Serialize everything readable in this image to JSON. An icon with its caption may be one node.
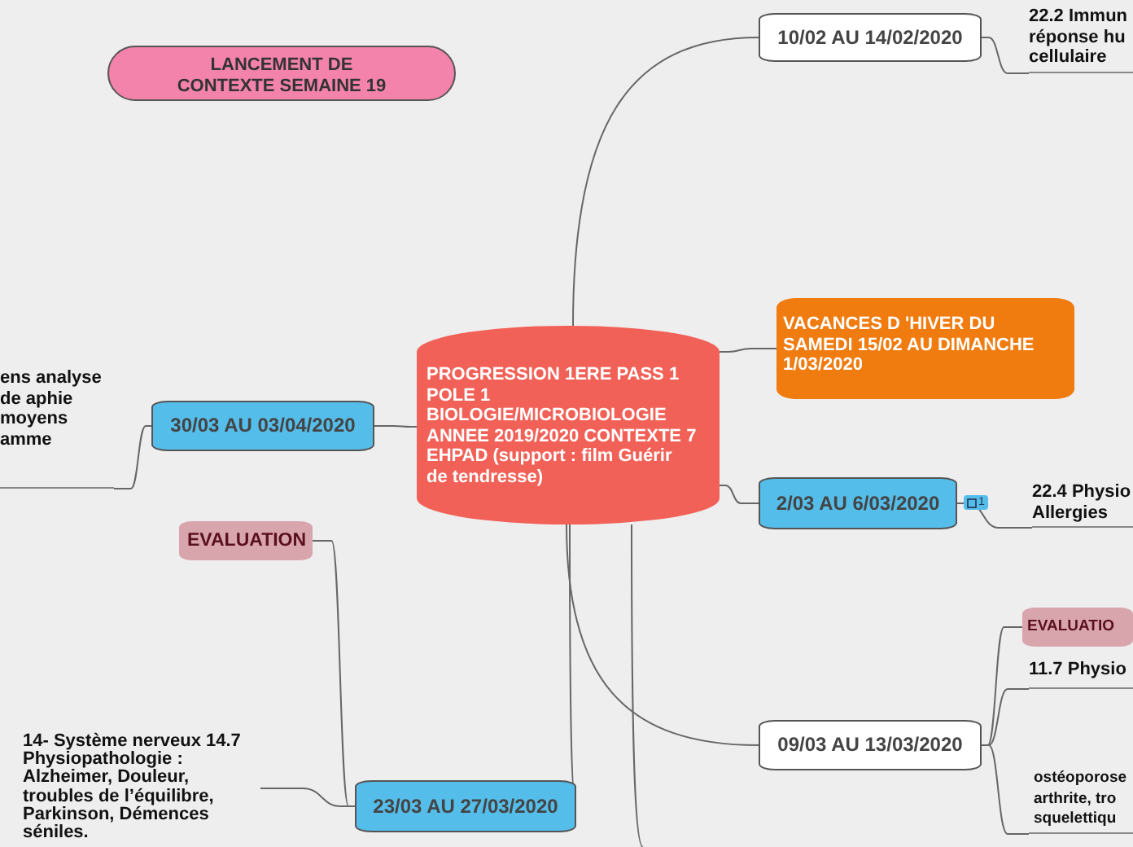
{
  "diagram": {
    "nodes": [
      {
        "text": [
          "PROGRESSION 1ERE  PASS 1 POLE 1 BIOLOGIE/MICROBIOLOGIE ANNEE 2019/2020 CONTEXTE 7   EHPAD (support : film Guérir de tendresse)"
        ]
      },
      {
        "text": [
          "LANCEMENT DE CONTEXTE SEMAINE 19"
        ]
      },
      {
        "text": [
          "10/02 AU 14/02/2020"
        ]
      },
      {
        "text": [
          "22.2 Immun réponse hu cellulaire"
        ]
      },
      {
        "text": [
          "VACANCES D 'HIVER     DU SAMEDI 15/02 AU  DIMANCHE 1/03/2020"
        ]
      },
      {
        "text": [
          "30/03 AU 03/04/2020"
        ]
      },
      {
        "text": [
          "ens analyse de aphie moyens amme"
        ]
      },
      {
        "text": [
          "2/03 AU 6/03/2020"
        ],
        "beside": [
          "1"
        ]
      },
      {
        "text": [
          "22.4 Physio Allergies"
        ]
      },
      {
        "text": [
          "EVALUATION"
        ]
      },
      {
        "text": [
          "23/03 AU 27/03/2020"
        ]
      },
      {
        "text": [
          "14- Système nerveux 14.7 Physiopathologie : Alzheimer, Douleur, troubles de l’équilibre, Parkinson, Démences séniles."
        ]
      },
      {
        "text": [
          "09/03 AU 13/03/2020"
        ]
      },
      {
        "text": [
          "EVALUATIO"
        ]
      },
      {
        "text": [
          "11.7 Physio"
        ]
      },
      {
        "text": [
          "ostéoporose arthrite, tro squelettiqu"
        ]
      }
    ],
    "edges": [
      {
        "from": 0,
        "to": 2,
        "arrow": "none"
      },
      {
        "from": 2,
        "to": 3,
        "arrow": "none"
      },
      {
        "from": 0,
        "to": 4,
        "arrow": "none"
      },
      {
        "from": 0,
        "to": 5,
        "arrow": "none"
      },
      {
        "from": 5,
        "to": 6,
        "arrow": "none"
      },
      {
        "from": 0,
        "to": 7,
        "arrow": "none"
      },
      {
        "from": 7,
        "to": 8,
        "arrow": "none"
      },
      {
        "from": 0,
        "to": 10,
        "arrow": "none"
      },
      {
        "from": 10,
        "to": 9,
        "arrow": "none"
      },
      {
        "from": 10,
        "to": 11,
        "arrow": "none"
      },
      {
        "from": 0,
        "to": 12,
        "arrow": "none"
      },
      {
        "from": 12,
        "to": 13,
        "arrow": "none"
      },
      {
        "from": 12,
        "to": 14,
        "arrow": "none"
      },
      {
        "from": 12,
        "to": 15,
        "arrow": "none"
      },
      {
        "from": 0,
        "to": null,
        "arrow": "none"
      }
    ]
  }
}
